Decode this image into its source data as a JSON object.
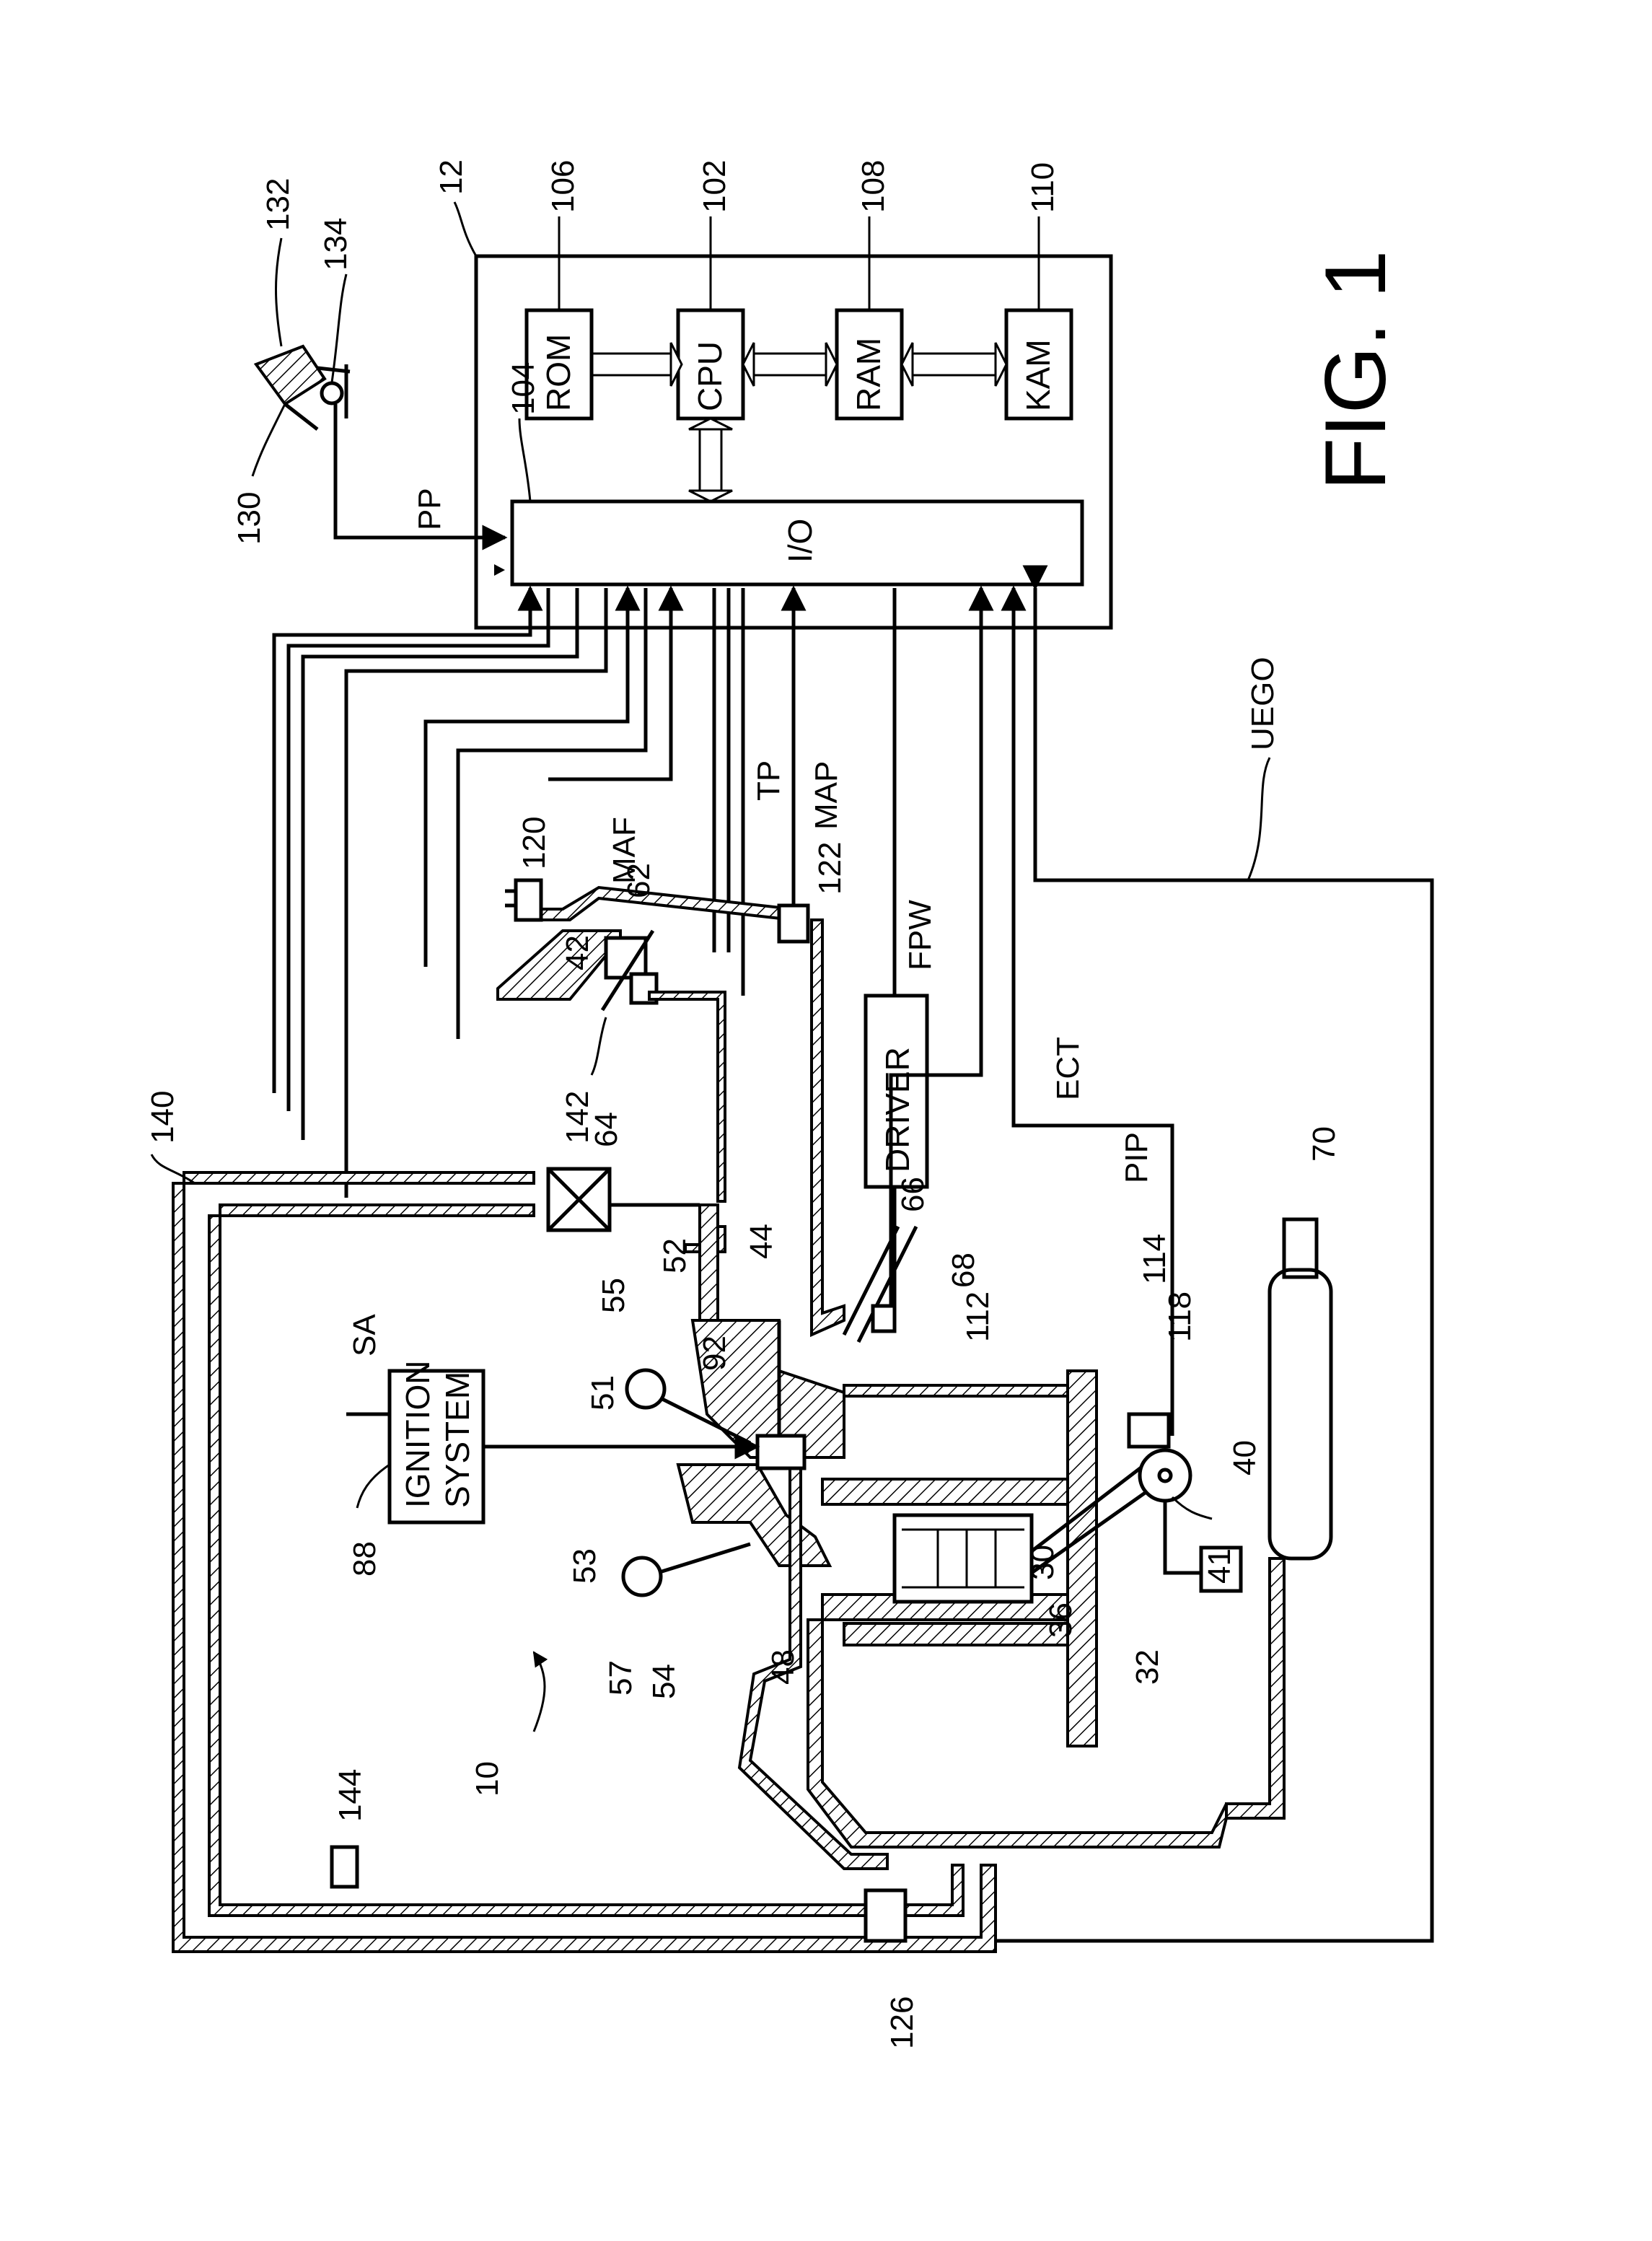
{
  "figure": {
    "title": "FIG. 1",
    "controller": {
      "ref": "12",
      "modules": [
        {
          "name": "ROM",
          "ref": "106"
        },
        {
          "name": "CPU",
          "ref": "102"
        },
        {
          "name": "RAM",
          "ref": "108"
        },
        {
          "name": "KAM",
          "ref": "110"
        }
      ],
      "io": {
        "name": "I/O",
        "ref": "104"
      }
    },
    "pedal": {
      "ref_foot": "132",
      "ref_sensor": "134",
      "ref_pedal": "130"
    },
    "signals": {
      "pp": "PP",
      "maf": "MAF",
      "tp": "TP",
      "map": "MAP",
      "fpw": "FPW",
      "ect": "ECT",
      "pip": "PIP",
      "uego": "UEGO",
      "sa": "SA"
    },
    "blocks": {
      "driver": "DRIVER",
      "ignition_line1": "IGNITION",
      "ignition_line2": "SYSTEM"
    },
    "refs": {
      "r10": "10",
      "r120": "120",
      "r62": "62",
      "r42": "42",
      "r122": "122",
      "r64": "64",
      "r142": "142",
      "r44": "44",
      "r68": "68",
      "r66": "66",
      "r112": "112",
      "r114": "114",
      "r55": "55",
      "r52": "52",
      "r51": "51",
      "r92": "92",
      "r88": "88",
      "r53": "53",
      "r57": "57",
      "r54": "54",
      "r30": "30",
      "r36": "36",
      "r32": "32",
      "r41": "41",
      "r40": "40",
      "r118": "118",
      "r70": "70",
      "r48": "48",
      "r126": "126",
      "r144": "144",
      "r140": "140"
    }
  }
}
